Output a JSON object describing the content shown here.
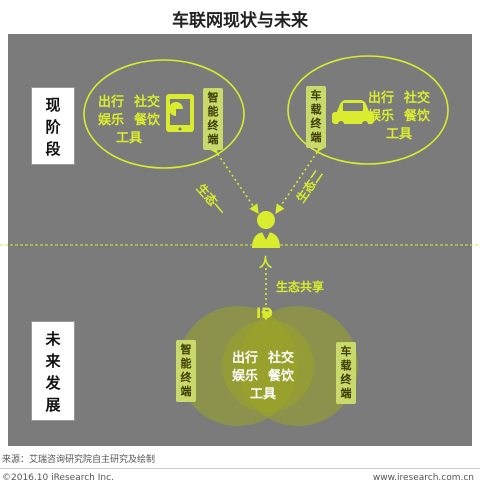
{
  "title": "车联网现状与未来",
  "stages": {
    "current": [
      "现",
      "阶",
      "段"
    ],
    "future": [
      "未",
      "来",
      "发",
      "展"
    ]
  },
  "terminals": {
    "smart": [
      "智",
      "能",
      "终",
      "端"
    ],
    "vehicle": [
      "车",
      "载",
      "终",
      "端"
    ]
  },
  "functions": {
    "row1_a": "出行",
    "row1_b": "社交",
    "row2_a": "娱乐",
    "row2_b": "餐饮",
    "row3": "工具"
  },
  "links": {
    "eco1": "生态一",
    "eco2": "生态二",
    "person": "人",
    "shared": "生态共享",
    "id": "ID"
  },
  "colors": {
    "accent": "#d9ec2e",
    "tag": "#c9d96b",
    "panel": "#7b7b7b"
  },
  "icons": [
    "tablet-icon",
    "car-icon",
    "person-icon"
  ],
  "footer": {
    "source": "来源：艾瑞咨询研究院自主研究及绘制",
    "copyright": "©2016.10 iResearch Inc.",
    "url": "www.iresearch.com.cn"
  }
}
